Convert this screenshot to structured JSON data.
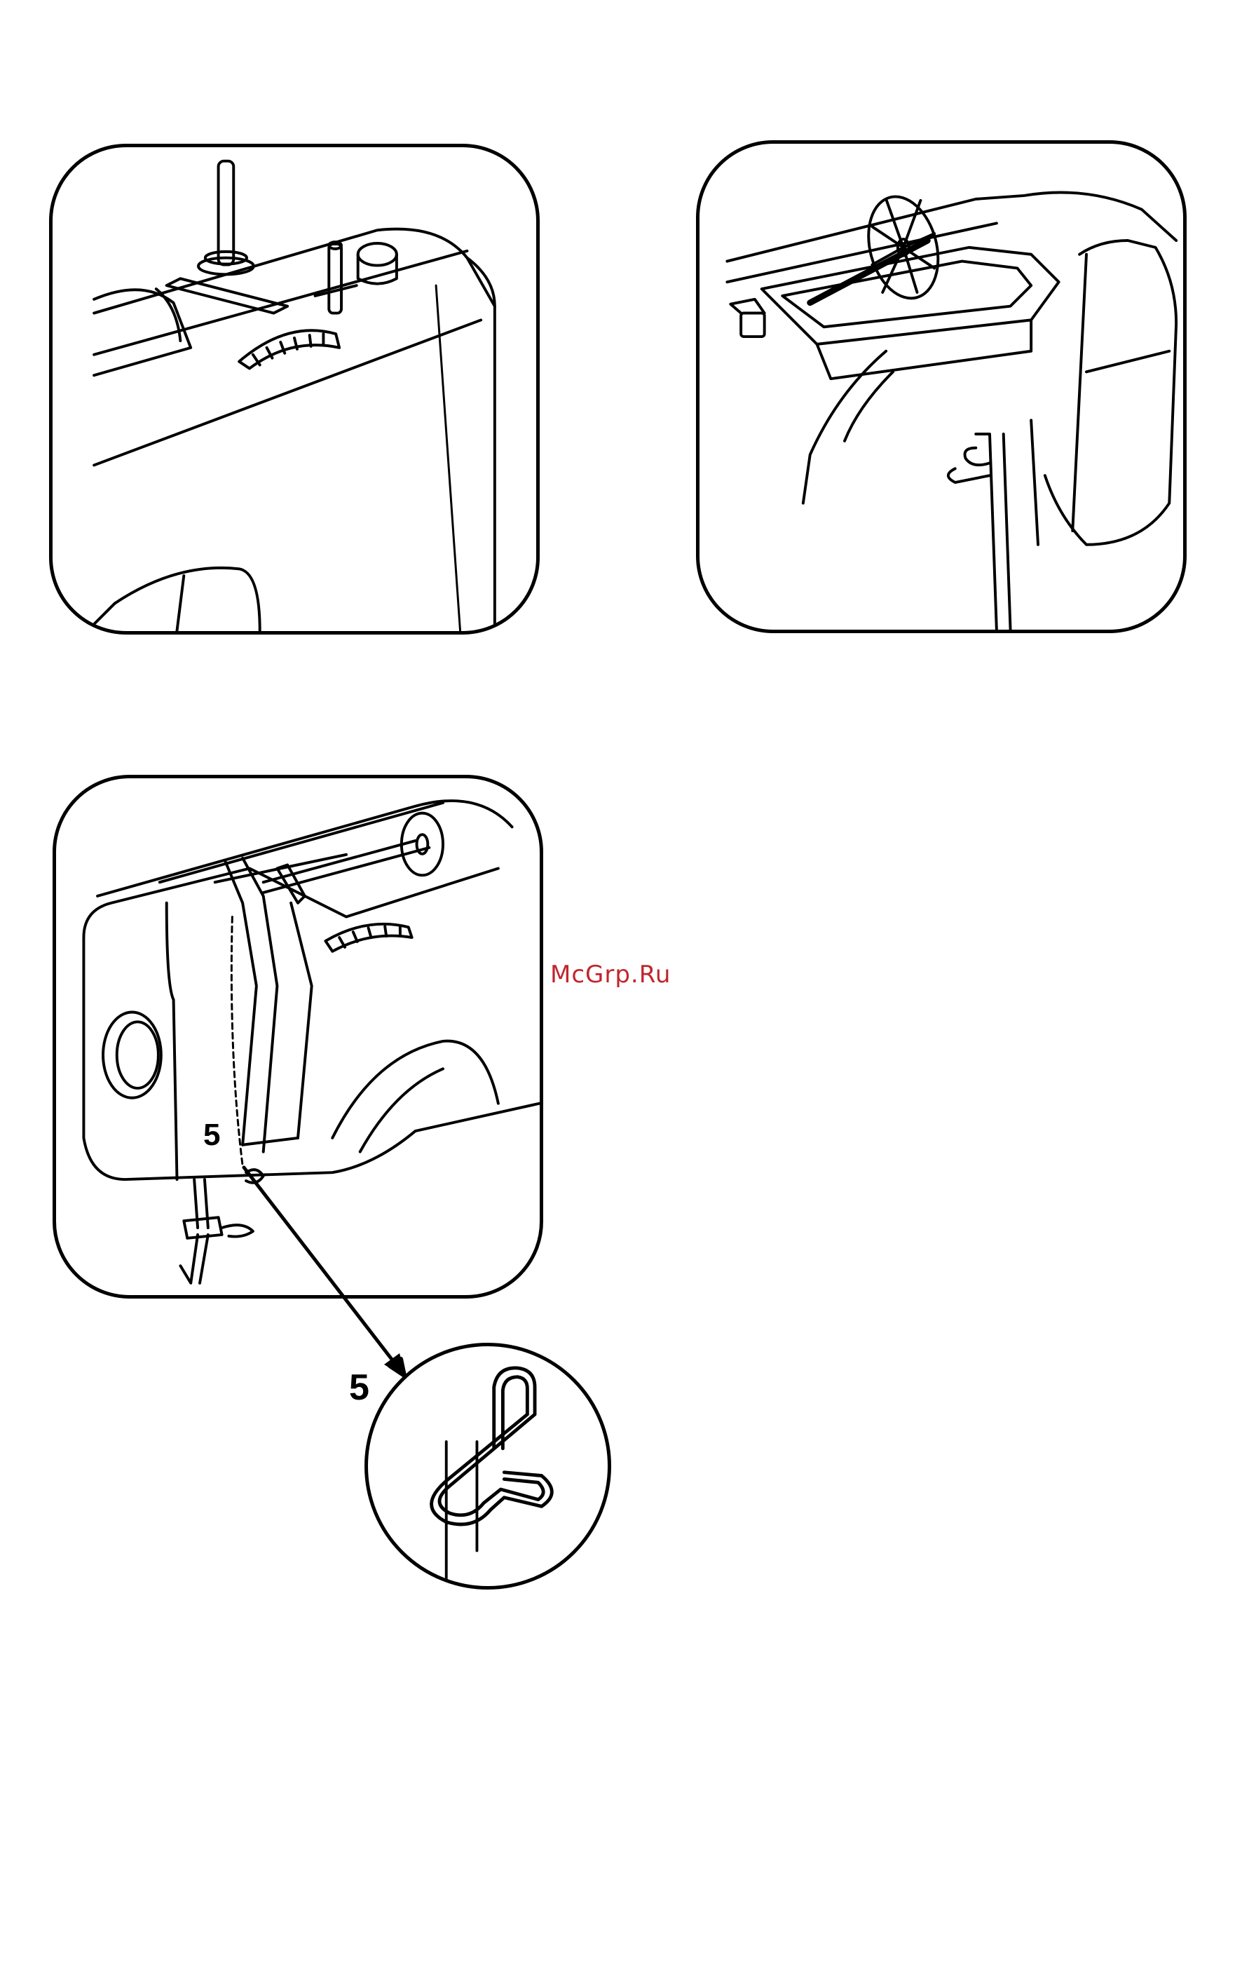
{
  "figures": {
    "step_label_main": "5",
    "step_label_zoom": "5"
  },
  "watermark": {
    "text": "McGrp.Ru",
    "color": "#c0262d"
  },
  "colors": {
    "line": "#000000",
    "background": "#ffffff"
  }
}
